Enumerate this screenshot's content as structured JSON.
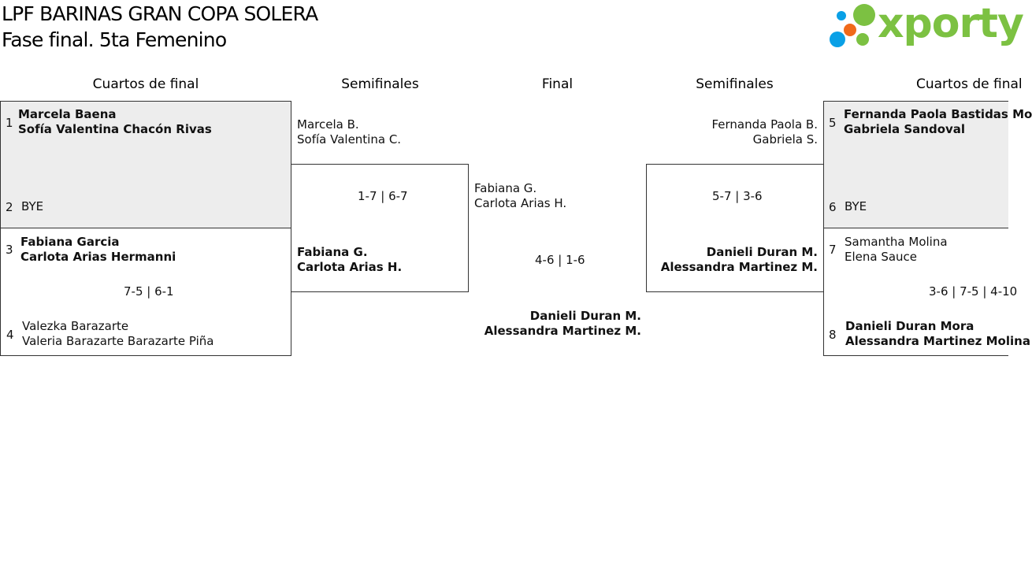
{
  "header": {
    "title": "LPF BARINAS GRAN COPA SOLERA",
    "subtitle": "Fase final. 5ta Femenino"
  },
  "logo": {
    "text": "xporty",
    "colors": {
      "green": "#7cc142",
      "blue": "#0aa0e6",
      "orange": "#f06a1a"
    }
  },
  "columns": {
    "left_quarters": "Cuartos de final",
    "left_semis": "Semifinales",
    "final": "Final",
    "right_semis": "Semifinales",
    "right_quarters": "Cuartos de final"
  },
  "left_quarters": {
    "match1": {
      "team1": {
        "seed": "1",
        "p1": "Marcela Baena",
        "p2": "Sofía Valentina Chacón Rivas"
      },
      "team2": {
        "seed": "2",
        "p1": "BYE"
      }
    },
    "match2": {
      "team1": {
        "seed": "3",
        "p1": "Fabiana Garcia",
        "p2": "Carlota Arias Hermanni"
      },
      "score": "7-5 | 6-1",
      "team2": {
        "seed": "4",
        "p1": "Valezka Barazarte",
        "p2": "Valeria Barazarte Barazarte Piña"
      }
    }
  },
  "left_semis": {
    "top": {
      "p1": "Marcela B.",
      "p2": "Sofía Valentina C."
    },
    "score": "1-7 | 6-7",
    "bottom": {
      "p1": "Fabiana G.",
      "p2": "Carlota Arias H."
    }
  },
  "final": {
    "top": {
      "p1": "Fabiana G.",
      "p2": "Carlota Arias H."
    },
    "score": "4-6 | 1-6",
    "bottom": {
      "p1": "Danieli Duran M.",
      "p2": "Alessandra Martinez M."
    }
  },
  "right_semis": {
    "top": {
      "p1": "Fernanda Paola B.",
      "p2": "Gabriela S."
    },
    "score": "5-7 | 3-6",
    "bottom": {
      "p1": "Danieli Duran M.",
      "p2": "Alessandra Martinez M."
    }
  },
  "right_quarters": {
    "match1": {
      "team1": {
        "seed": "5",
        "p1": "Fernanda Paola Bastidas Mo",
        "p2": "Gabriela Sandoval"
      },
      "team2": {
        "seed": "6",
        "p1": "BYE"
      }
    },
    "match2": {
      "team1": {
        "seed": "7",
        "p1": "Samantha Molina",
        "p2": "Elena Sauce"
      },
      "score": "3-6 | 7-5 | 4-10",
      "team2": {
        "seed": "8",
        "p1": "Danieli Duran Mora",
        "p2": "Alessandra Martinez Molina"
      }
    }
  }
}
